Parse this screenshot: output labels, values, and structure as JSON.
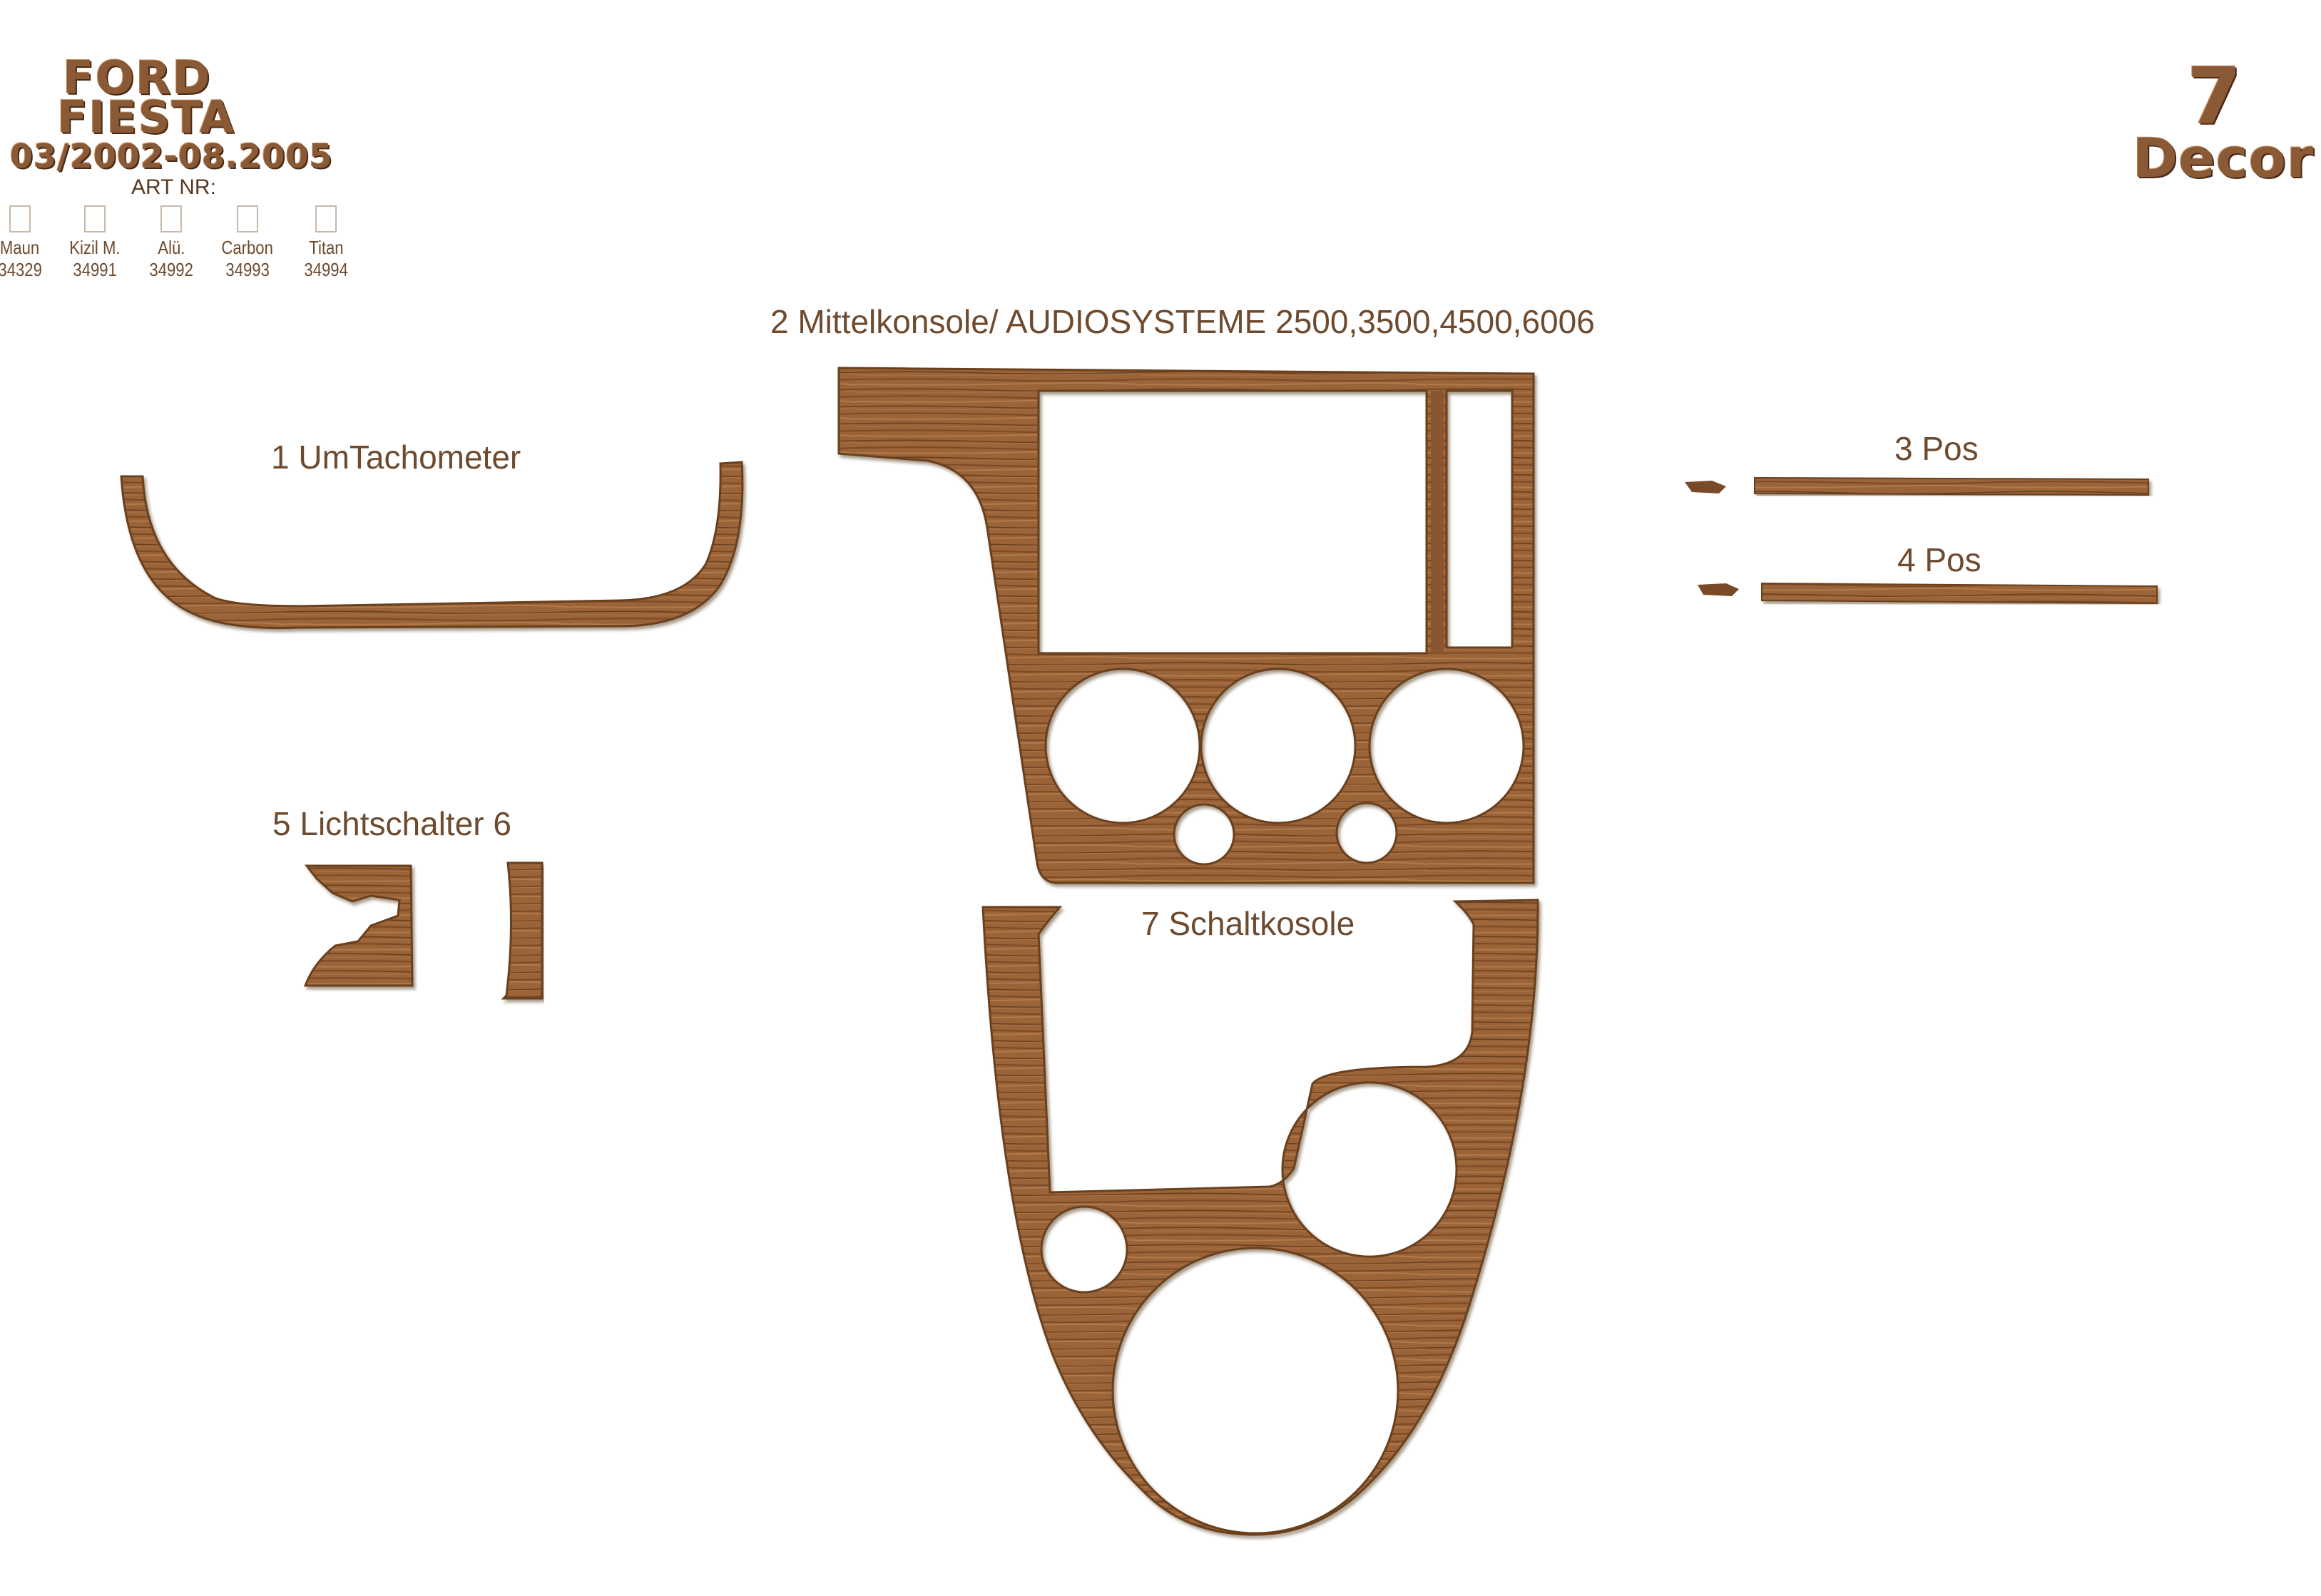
{
  "header": {
    "brand": "FORD",
    "model": "FIESTA",
    "years": "03/2002-08.2005",
    "art_nr_label": "ART NR:",
    "options": [
      {
        "name": "Maun",
        "code": "34329"
      },
      {
        "name": "Kizil M.",
        "code": "34991"
      },
      {
        "name": "Alü.",
        "code": "34992"
      },
      {
        "name": "Carbon",
        "code": "34993"
      },
      {
        "name": "Titan",
        "code": "34994"
      }
    ]
  },
  "badge": {
    "count": "7",
    "word": "Decor"
  },
  "parts": {
    "p1": "1  UmTachometer",
    "p2": "2  Mittelkonsole/ AUDIOSYSTEME  2500,3500,4500,6006",
    "p3": "3  Pos",
    "p4": "4  Pos",
    "p5": "5  Lichtschalter  6",
    "p7": "7  Schaltkosole"
  },
  "colors": {
    "wood": "#9a6438",
    "wood_dark": "#6b3f1f",
    "label": "#6e4a2e"
  }
}
